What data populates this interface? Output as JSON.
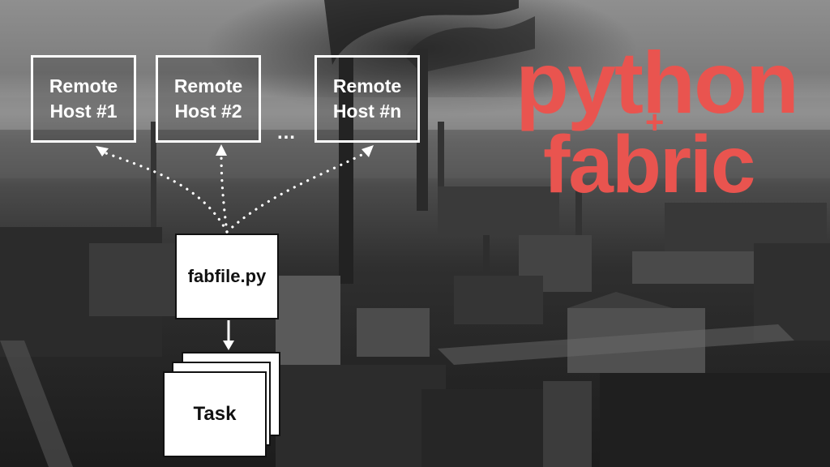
{
  "diagram": {
    "remote_hosts": [
      {
        "line1": "Remote",
        "line2": "Host #1"
      },
      {
        "line1": "Remote",
        "line2": "Host #2"
      },
      {
        "line1": "Remote",
        "line2": "Host #n"
      }
    ],
    "ellipsis": "…",
    "fabfile_label": "fabfile.py",
    "task_label": "Task"
  },
  "brand": {
    "line1": "python",
    "plus": "+",
    "line2": "fabric"
  },
  "colors": {
    "brand": "#e9544f",
    "box_border": "#ffffff",
    "box_fill": "#ffffff",
    "link": "#ffffff"
  }
}
